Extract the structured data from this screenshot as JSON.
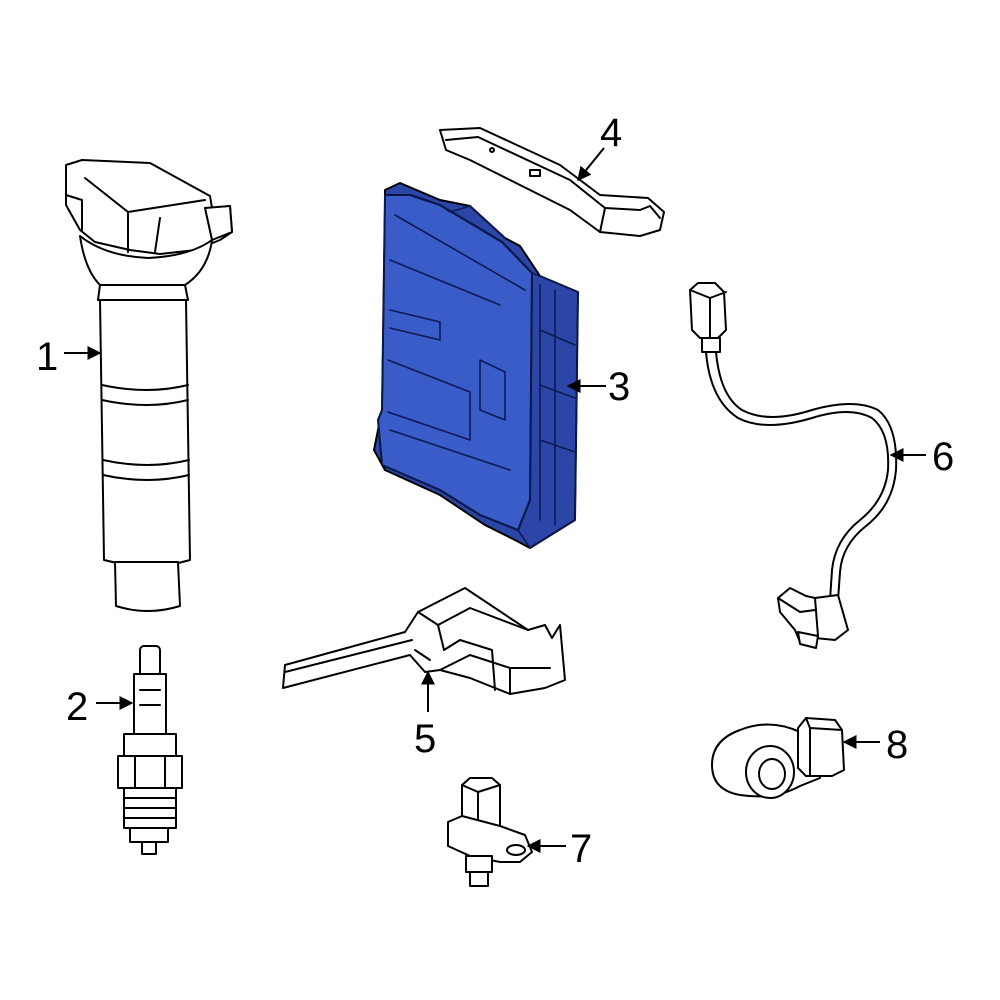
{
  "callouts": [
    {
      "number": "1"
    },
    {
      "number": "2"
    },
    {
      "number": "3"
    },
    {
      "number": "4"
    },
    {
      "number": "5"
    },
    {
      "number": "6"
    },
    {
      "number": "7"
    },
    {
      "number": "8"
    }
  ],
  "colors": {
    "highlight": "#3a5cc8",
    "line": "#000000",
    "background": "#ffffff"
  }
}
